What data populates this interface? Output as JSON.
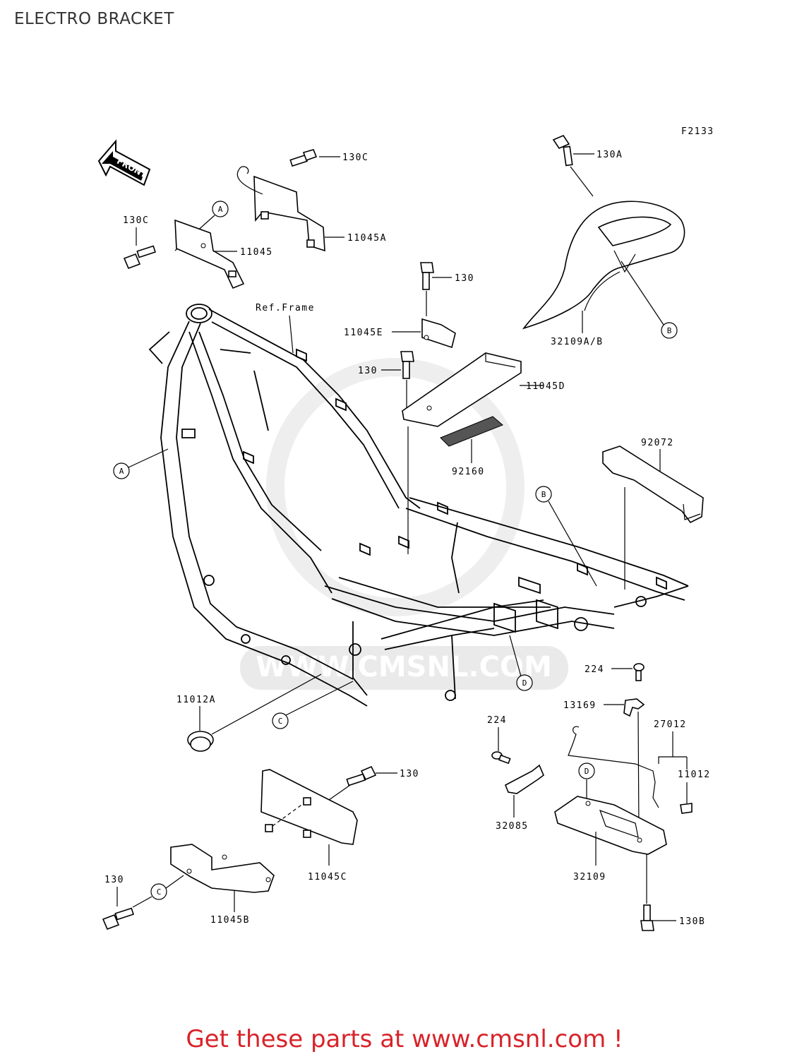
{
  "title": "ELECTRO BRACKET",
  "diagram_code": "F2133",
  "front_arrow_label": "FRONT",
  "ref_frame_label": "Ref.Frame",
  "watermark_text": "WWW.CMSNL.COM",
  "footer_text": "Get these parts at www.cmsnl.com !",
  "footer_color": "#d8232a",
  "part_labels": {
    "p130c_top": "130C",
    "p130a": "130A",
    "p130c_left": "130C",
    "p11045": "11045",
    "p11045a": "11045A",
    "p130_upper": "130",
    "p11045e": "11045E",
    "p32109ab": "32109A/B",
    "p130_mid": "130",
    "p11045d": "11045D",
    "p92072": "92072",
    "p92160": "92160",
    "p224_right": "224",
    "p13169": "13169",
    "p27012": "27012",
    "p11012a": "11012A",
    "p224_lower": "224",
    "p11012": "11012",
    "p130_lower": "130",
    "p32085": "32085",
    "p11045c": "11045C",
    "p32109": "32109",
    "p130_left": "130",
    "p11045b": "11045B",
    "p130b": "130B"
  },
  "callouts": {
    "a_top": "A",
    "a_left": "A",
    "b_right": "B",
    "b_frame": "B",
    "c_frame": "C",
    "c_bottom": "C",
    "d_frame": "D",
    "d_tray": "D"
  }
}
